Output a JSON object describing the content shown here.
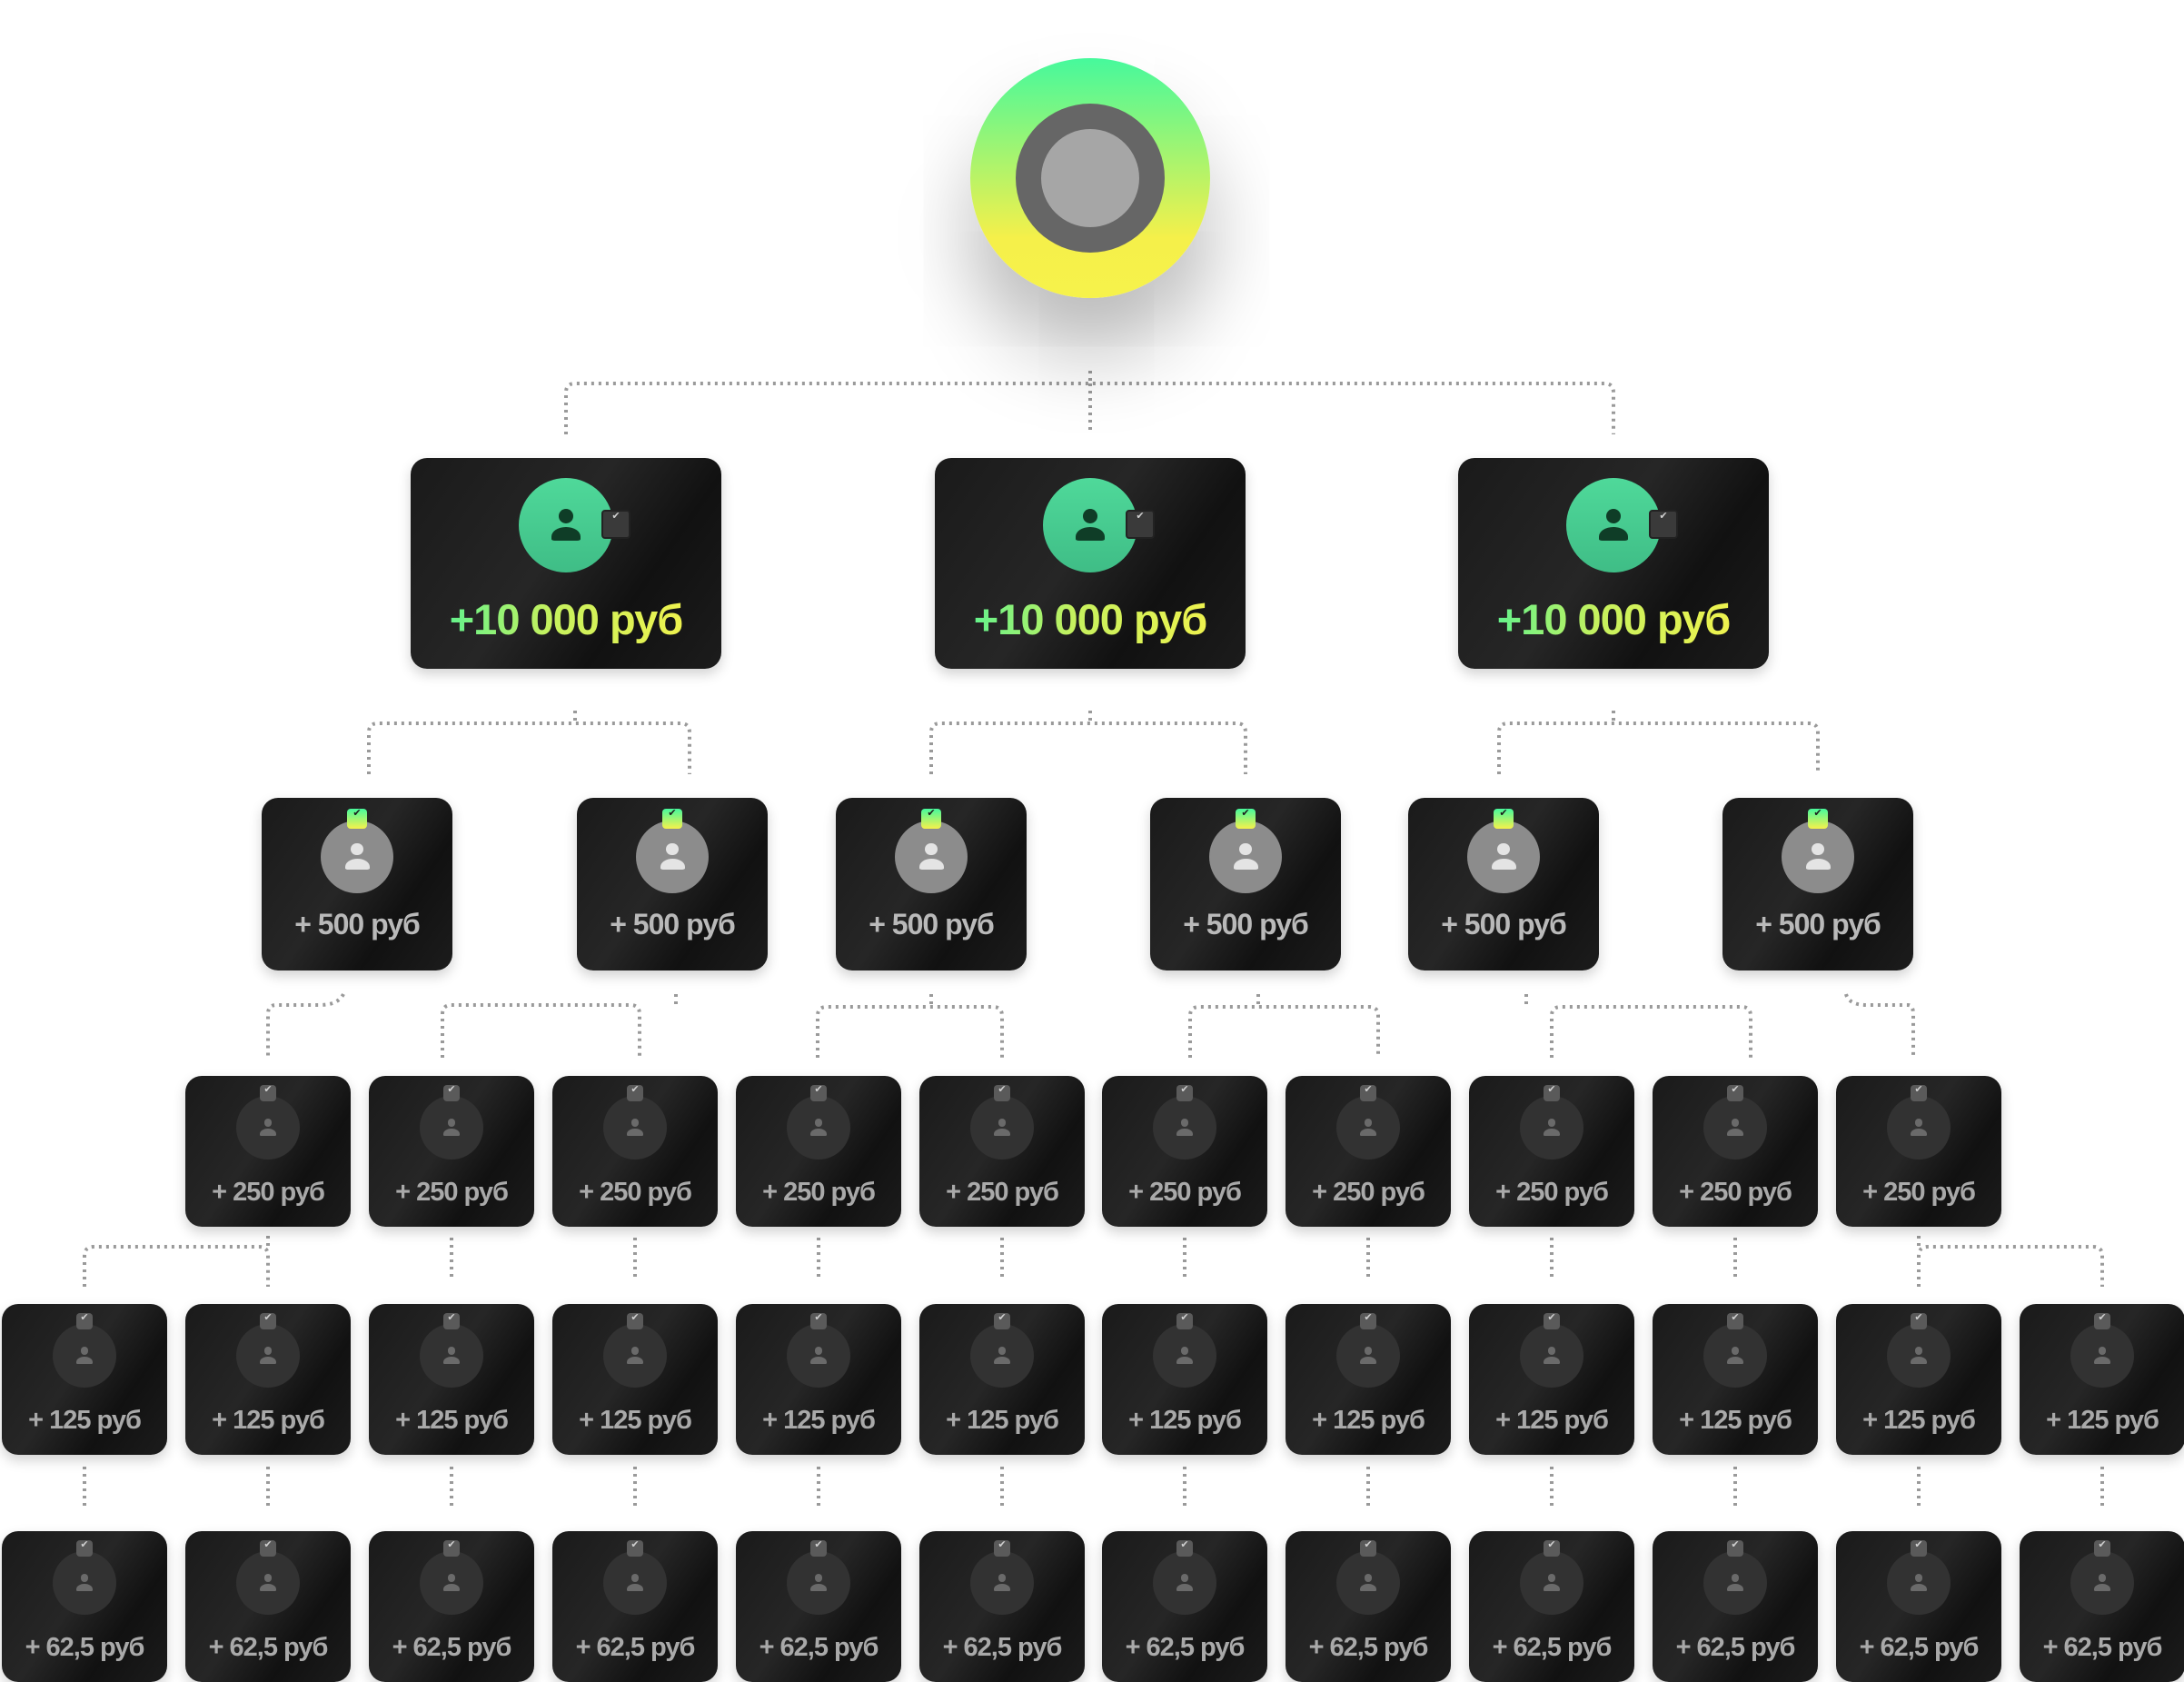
{
  "colors": {
    "accent_green": "#46f99c",
    "accent_yellow": "#f6f24b",
    "card_dark": "#1a1a1a",
    "link_gray": "#9a9a9a"
  },
  "icons": {
    "avatar": "user-icon",
    "badge": "check-icon"
  },
  "tree": {
    "root": {
      "icon": "avatar-ring"
    },
    "levels": [
      {
        "amount": "+10 000 руб",
        "count": 3
      },
      {
        "amount": "+ 500 руб",
        "count": 6
      },
      {
        "amount": "+ 250 руб",
        "count": 10
      },
      {
        "amount": "+ 125 руб",
        "count": 12
      },
      {
        "amount": "+ 62,5 руб",
        "count": 12
      }
    ]
  }
}
